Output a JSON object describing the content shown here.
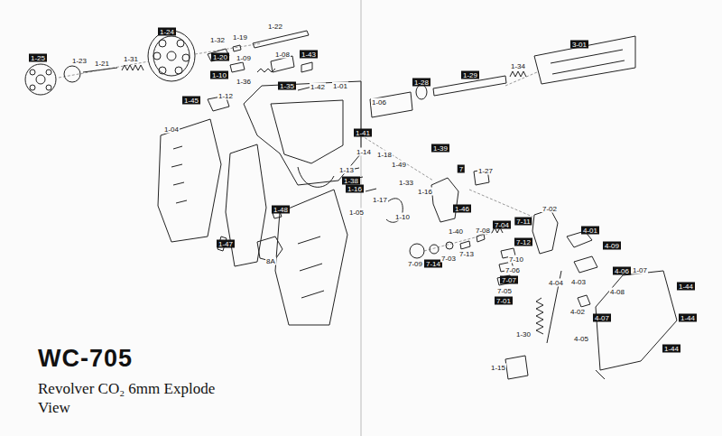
{
  "diagram": {
    "title": "WC-705",
    "caption": "Revolver CO₂ 6mm Explode View",
    "labels": [
      "1-25",
      "1-23",
      "1-21",
      "1-31",
      "1-24",
      "1-32",
      "1-19",
      "1-22",
      "1-20",
      "1-09",
      "1-08",
      "1-43",
      "1-10",
      "1-36",
      "1-35",
      "1-42",
      "1-01",
      "1-45",
      "1-12",
      "1-04",
      "1-06",
      "1-28",
      "1-29",
      "1-34",
      "3-01",
      "1-41",
      "1-39",
      "1-14",
      "1-13",
      "1-18",
      "1-49",
      "1-38",
      "1-17",
      "1-16",
      "1-33",
      "7",
      "1-27",
      "1-16",
      "1-10",
      "1-46",
      "7-02",
      "1-48",
      "1-05",
      "1-47",
      "8A",
      "7-04",
      "7-11",
      "7-12",
      "7-08",
      "1-40",
      "7-09",
      "7-14",
      "7-03",
      "7-13",
      "4-01",
      "4-09",
      "7-10",
      "7-06",
      "7-07",
      "7-05",
      "7-01",
      "4-04",
      "4-03",
      "4-06",
      "1-07",
      "4-08",
      "1-44",
      "4-02",
      "4-07",
      "1-44",
      "4-05",
      "1-44",
      "1-30",
      "1-15"
    ]
  }
}
